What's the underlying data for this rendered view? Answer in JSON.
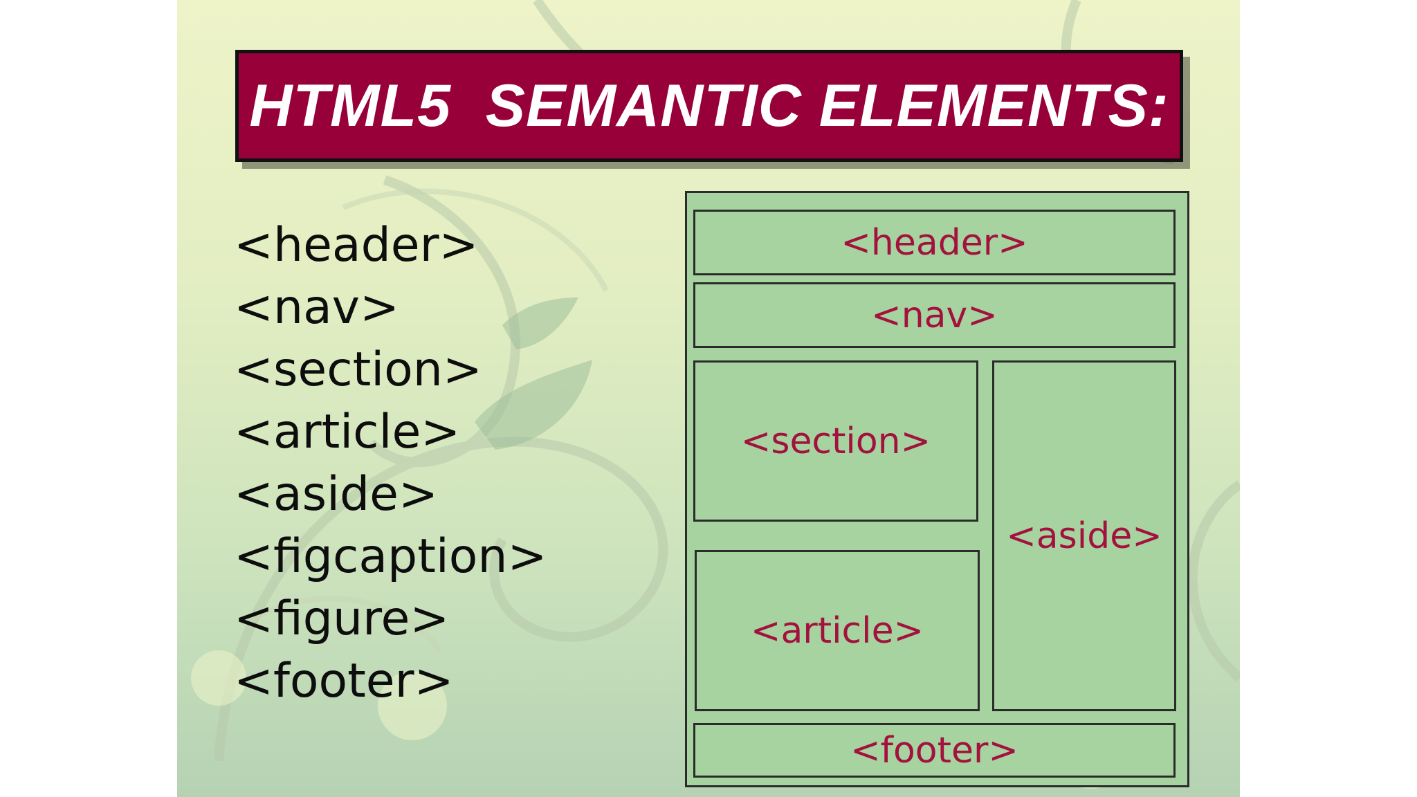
{
  "title": "HTML5  SEMANTIC ELEMENTS:",
  "element_list": [
    "<header>",
    "<nav>",
    "<section>",
    "<article>",
    "<aside>",
    "<figcaption>",
    "<figure>",
    "<footer>"
  ],
  "layout_diagram": {
    "header": "<header>",
    "nav": "<nav>",
    "section": "<section>",
    "article": "<article>",
    "aside": "<aside>",
    "footer": "<footer>"
  },
  "colors": {
    "title_background": "#98003a",
    "title_text": "#ffffff",
    "box_fill": "#a6d39f",
    "box_label": "#a3113e",
    "list_text": "#0d0d0d"
  }
}
